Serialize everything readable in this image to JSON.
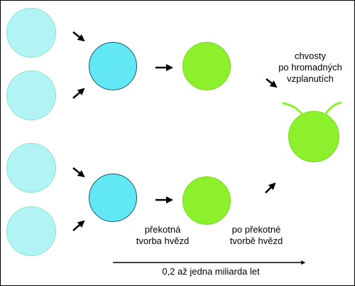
{
  "diagram": {
    "labels": {
      "tails": [
        "chvosty",
        "po hromadných",
        "vzplanutích"
      ],
      "starburst": [
        "překotná",
        "tvorba hvězd"
      ],
      "after_starburst": [
        "po překotné",
        "tvorbě hvězd"
      ],
      "timeline": "0,2 až jedna miliarda let"
    },
    "colors": {
      "small_galaxy": "#b2f4f4",
      "merged_galaxy": "#62e8f5",
      "evolved_galaxy": "#8cf02c"
    }
  }
}
